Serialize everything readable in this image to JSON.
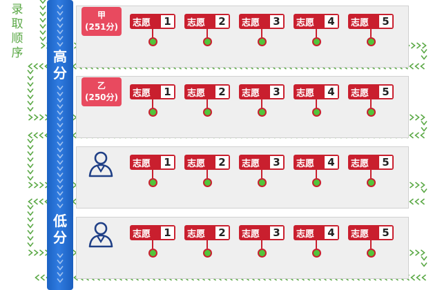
{
  "side_label": [
    "录",
    "取",
    "顺",
    "序"
  ],
  "score_bar": {
    "top_label": [
      "高",
      "分"
    ],
    "bottom_label": [
      "低",
      "分"
    ],
    "color": "#1f66c8"
  },
  "choice_label": "志愿",
  "choice_numbers": [
    "1",
    "2",
    "3",
    "4",
    "5"
  ],
  "rows": [
    {
      "type": "applicant",
      "name": "甲",
      "score": "(251分)"
    },
    {
      "type": "applicant",
      "name": "乙",
      "score": "(250分)"
    },
    {
      "type": "person",
      "icon": "person-icon"
    },
    {
      "type": "person",
      "icon": "person-icon"
    }
  ],
  "colors": {
    "flow_arrow": "#5aa845",
    "choice_box": "#c91f2e",
    "applicant_box": "#e84a5f",
    "node": "#52c43b",
    "person_icon": "#1f3f86"
  }
}
